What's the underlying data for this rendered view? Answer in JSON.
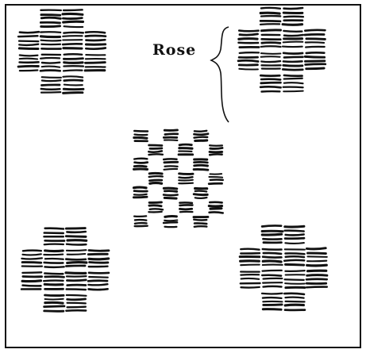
{
  "label": "Rose",
  "colors": {
    "ink": "#111111",
    "paper": "#ffffff"
  },
  "figures": [
    {
      "name": "pattern-top-left",
      "layout": "cross",
      "size": "large"
    },
    {
      "name": "pattern-top-right",
      "layout": "cross",
      "size": "large"
    },
    {
      "name": "pattern-center",
      "layout": "checkerboard",
      "size": "small"
    },
    {
      "name": "pattern-bottom-left",
      "layout": "cross",
      "size": "large"
    },
    {
      "name": "pattern-bottom-right",
      "layout": "cross",
      "size": "large"
    }
  ]
}
